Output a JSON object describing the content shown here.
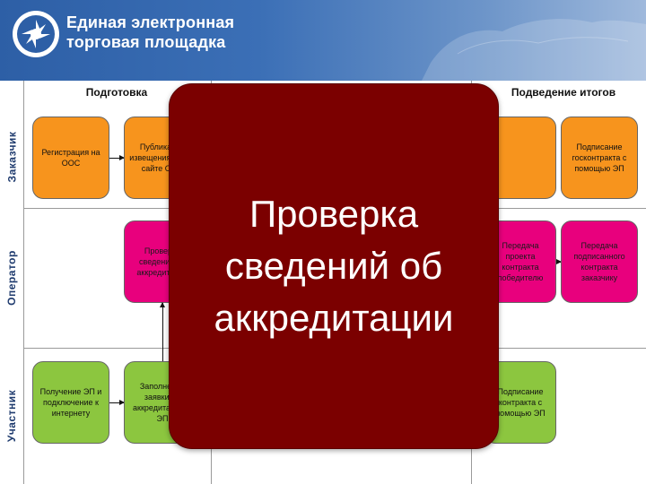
{
  "header": {
    "brand_line1": "Единая электронная",
    "brand_line2": "торговая площадка",
    "logo_icon": "eets-logo-icon"
  },
  "lanes": {
    "customer": "Заказчик",
    "operator": "Оператор",
    "participant": "Участник"
  },
  "phases": {
    "preparation": "Подготовка",
    "results": "Подведение итогов"
  },
  "boxes": {
    "reg_oos": "Регистрация на ООС",
    "publish": "Публикация извещения АД на сайте ООС",
    "check": "Проверка сведений об аккредитации",
    "send_project": "Передача проекта контракта победителю",
    "sign_gov": "Подписание госконтракта с помощью ЭП",
    "send_signed": "Передача подписанного контракта заказчику",
    "get_ep": "Получение ЭП и подключение к интернету",
    "fill_app": "Заполнение заявки на аккредитацию с ЭП",
    "sign_contract": "Подписание контракта с помощью ЭП"
  },
  "overlay": {
    "text": "Проверка сведений об аккредитации"
  },
  "colors": {
    "orange": "#f7941d",
    "pink": "#e8007d",
    "green": "#8cc63f",
    "overlay": "#7b0000",
    "header": "#2d5fa6"
  }
}
